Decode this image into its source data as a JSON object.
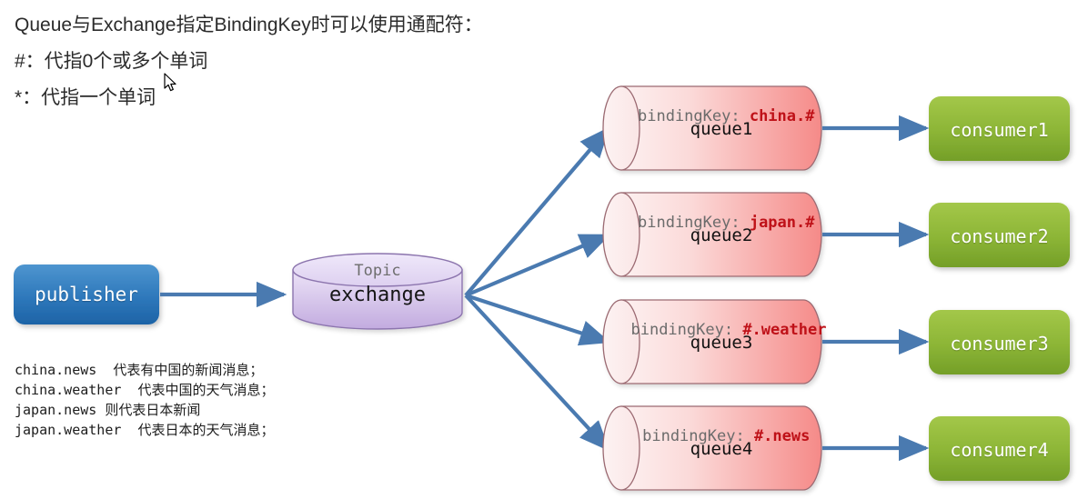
{
  "notes": {
    "lines": [
      "Queue与Exchange指定BindingKey时可以使用通配符：",
      "#：代指0个或多个单词",
      "*：代指一个单词"
    ]
  },
  "legend": {
    "lines": [
      "china.news  代表有中国的新闻消息；",
      "china.weather  代表中国的天气消息；",
      "japan.news 则代表日本新闻",
      "japan.weather  代表日本的天气消息；"
    ]
  },
  "publisher": {
    "label": "publisher",
    "fill_top": "#4b90cb",
    "fill_bottom": "#1f69ad"
  },
  "exchange": {
    "type_label": "Topic",
    "name_label": "exchange",
    "fill_top": "#e8def5",
    "fill_bottom": "#c3aee0",
    "stroke": "#8c74ae"
  },
  "queues": [
    {
      "binding_prefix": "bindingKey: ",
      "binding_key": "china.#",
      "name": "queue1"
    },
    {
      "binding_prefix": "bindingKey: ",
      "binding_key": "japan.#",
      "name": "queue2"
    },
    {
      "binding_prefix": "bindingKey: ",
      "binding_key": "#.weather",
      "name": "queue3"
    },
    {
      "binding_prefix": "bindingKey: ",
      "binding_key": "#.news",
      "name": "queue4"
    }
  ],
  "queue_style": {
    "fill_light": "#fbe8e8",
    "fill_dark": "#f4908f",
    "stroke": "#9b6a72",
    "key_color": "#bf1118",
    "prefix_color": "#6b6b6b"
  },
  "consumers": [
    {
      "label": "consumer1"
    },
    {
      "label": "consumer2"
    },
    {
      "label": "consumer3"
    },
    {
      "label": "consumer4"
    }
  ],
  "consumer_style": {
    "fill_top": "#9dc13f",
    "fill_bottom": "#77a32c"
  },
  "arrows": {
    "color": "#4a7ab0",
    "publisher_to_exchange": "publisher → exchange",
    "exchange_to_queues": "exchange → queue1..4",
    "queues_to_consumers": "queue1..4 → consumer1..4"
  },
  "cursor": {
    "name": "mouse-pointer"
  }
}
